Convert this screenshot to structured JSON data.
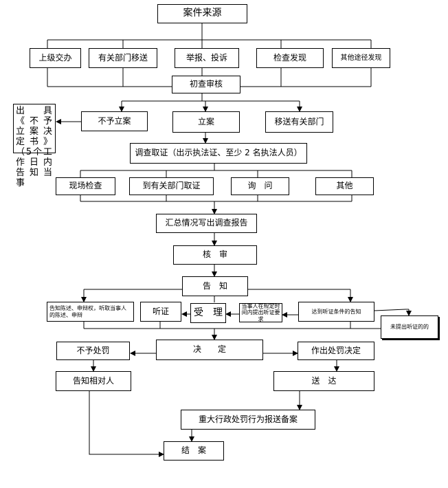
{
  "nodes": {
    "source": "案件来源",
    "src_1": "上级交办",
    "src_2": "有关部门移送",
    "src_3": "举报、投诉",
    "src_4": "检查发现",
    "src_5": "其他途径发现",
    "review": "初查审核",
    "not_filed": "不予立案",
    "notice_not_filed": "出具《不予立案决定书》（5个工作日内告知当事",
    "filed": "立案",
    "transfer": "移送有关部门",
    "investigate": "调查取证（出示执法证、至少 2 名执法人员）",
    "inv_1": "现场检查",
    "inv_2": "到有关部门取证",
    "inv_3": "询　问",
    "inv_4": "其他",
    "summary": "汇总情况写出调查报告",
    "check": "核　审",
    "inform": "告　知",
    "inform_rights": "告知陈述、申辩权，听取当事人的陈述、申辩",
    "hearing": "听证",
    "accept": "受　理",
    "hearing_request": "当事人在规定时间内提出听证要求",
    "hearing_notice": "达到听证条件的告知",
    "no_hearing": "未提出听证的的",
    "decision": "决　　定",
    "no_penalty": "不予处罚",
    "penalty": "作出处罚决定",
    "notify_party": "告知相对人",
    "deliver": "送　达",
    "report": "重大行政处罚行为报送备案",
    "close": "结　案"
  }
}
